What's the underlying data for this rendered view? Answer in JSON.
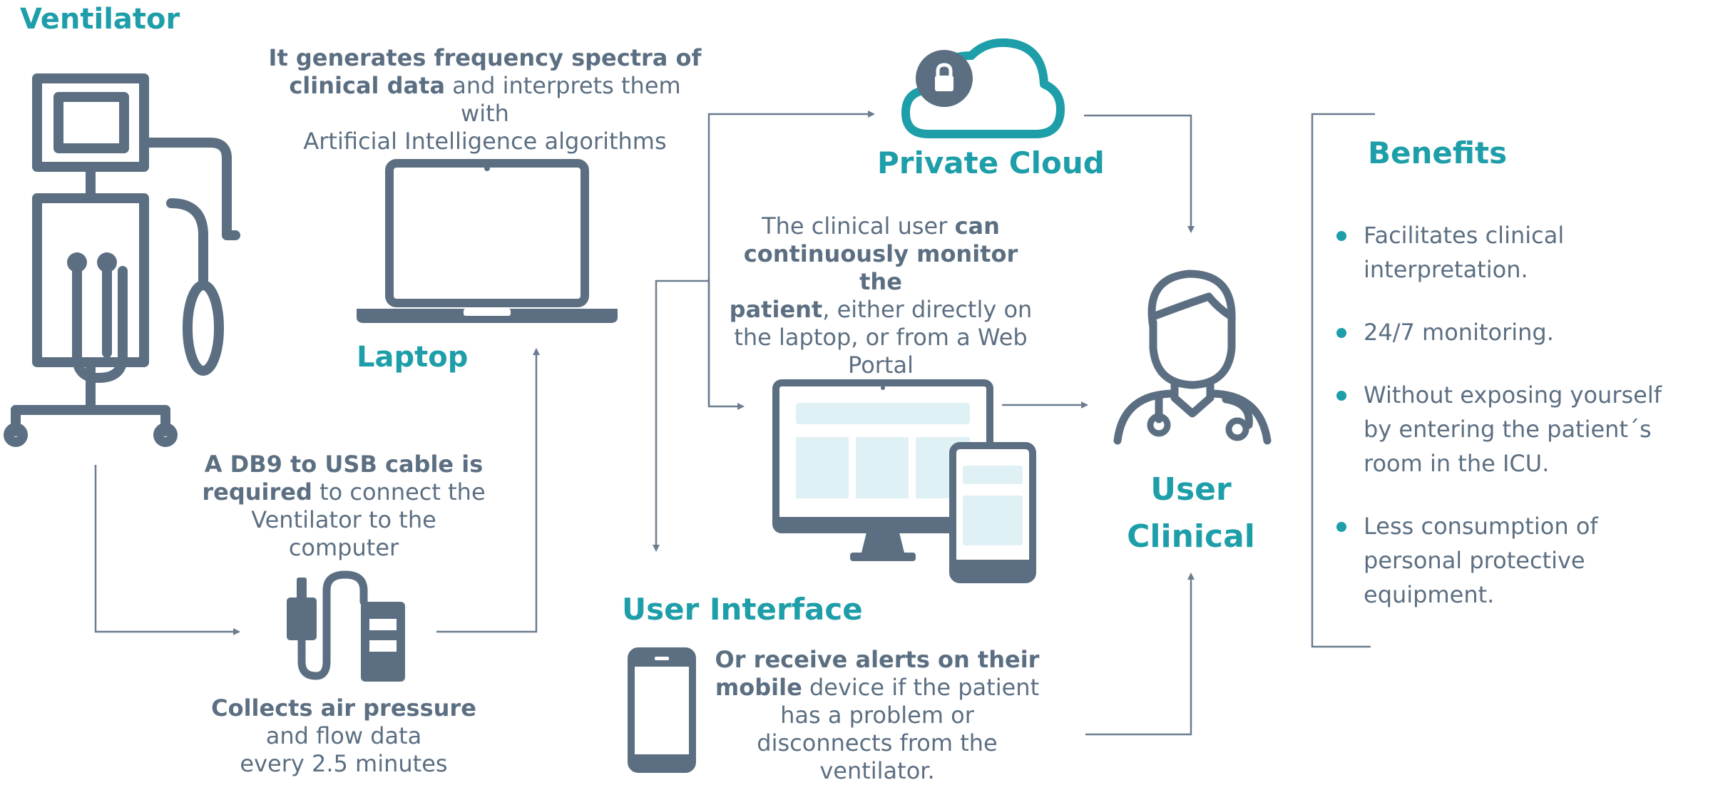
{
  "colors": {
    "accent": "#1e9ea9",
    "icon": "#5c6f82",
    "screen": "#dff1f4",
    "line": "#6b7d8f"
  },
  "ventilator": {
    "title": "Ventilator"
  },
  "laptop": {
    "title": "Laptop",
    "desc_bold1": "It generates frequency spectra of",
    "desc_bold2": "clinical data",
    "desc_rest1": " and interprets them with",
    "desc_line3": "Artificial Intelligence algorithms"
  },
  "cable": {
    "desc_bold1": "A DB9 to USB cable is",
    "desc_bold2": "required",
    "desc_rest2": " to connect the",
    "desc_line3": "Ventilator to the",
    "desc_line4": "computer",
    "collect_bold": "Collects air pressure",
    "collect_line2": "and flow data",
    "collect_line3": "every 2.5 minutes"
  },
  "cloud": {
    "title": "Private Cloud",
    "icon": "cloud-lock-icon"
  },
  "monitor": {
    "line1_plain": "The clinical user ",
    "line1_bold": "can",
    "line2_bold": "continuously monitor the",
    "line3_bold": "patient",
    "line3_rest": ", either directly on",
    "line4": "the laptop, or from a Web",
    "line5": "Portal"
  },
  "ui": {
    "title": "User Interface"
  },
  "mobile": {
    "line1_bold": "Or receive alerts on their",
    "line2_bold": "mobile",
    "line2_rest": " device if the patient",
    "line3": "has a problem or",
    "line4": "disconnects from the",
    "line5": "ventilator."
  },
  "user": {
    "title_line1": "User",
    "title_line2": "Clinical"
  },
  "benefits": {
    "title": "Benefits",
    "items": [
      {
        "line1": "Facilitates clinical",
        "line2": "interpretation."
      },
      {
        "line1": "24/7 monitoring.",
        "line2": ""
      },
      {
        "line1": "Without exposing yourself",
        "line2": "by entering the patient´s",
        "line3": "room in the ICU."
      },
      {
        "line1": "Less consumption of",
        "line2": "personal protective",
        "line3": "equipment."
      }
    ]
  }
}
